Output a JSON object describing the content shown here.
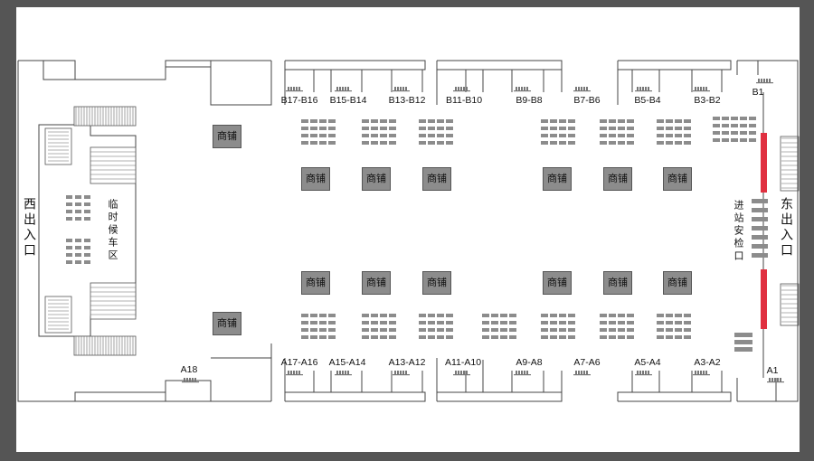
{
  "gates_top": [
    "B17-B16",
    "B15-B14",
    "B13-B12",
    "B11-B10",
    "B9-B8",
    "B7-B6",
    "B5-B4",
    "B3-B2",
    "B1"
  ],
  "gates_bottom": [
    "A17-A16",
    "A15-A14",
    "A13-A12",
    "A11-A10",
    "A9-A8",
    "A7-A6",
    "A5-A4",
    "A3-A2",
    "A1",
    "A18"
  ],
  "shop_label": "商铺",
  "west_entrance": "西出入口",
  "east_entrance": "东出入口",
  "waiting_area": "临时候车区",
  "security_check": "进站安检口",
  "colors": {
    "background": "#555555",
    "canvas": "#ffffff",
    "security_gate": "#e03040",
    "shop": "#8c8c8c",
    "seats": "#8c8c8c",
    "lines": "#444444"
  }
}
